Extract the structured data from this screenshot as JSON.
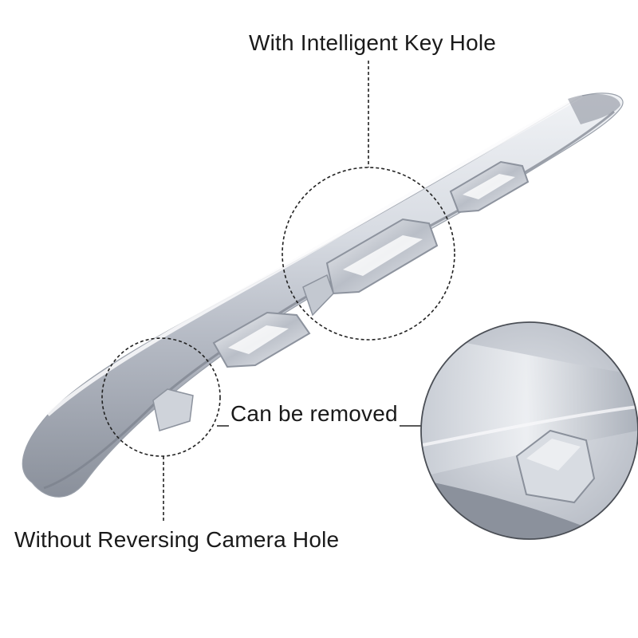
{
  "labels": {
    "keyhole": "With Intelligent Key Hole",
    "removed": "Can be removed",
    "camera": "Without Reversing Camera Hole"
  },
  "colors": {
    "chrome_light": "#e6e9ef",
    "chrome_mid": "#b9bec8",
    "chrome_dark": "#7f8591",
    "callout_line": "#222222",
    "text": "#1a1a1a"
  }
}
